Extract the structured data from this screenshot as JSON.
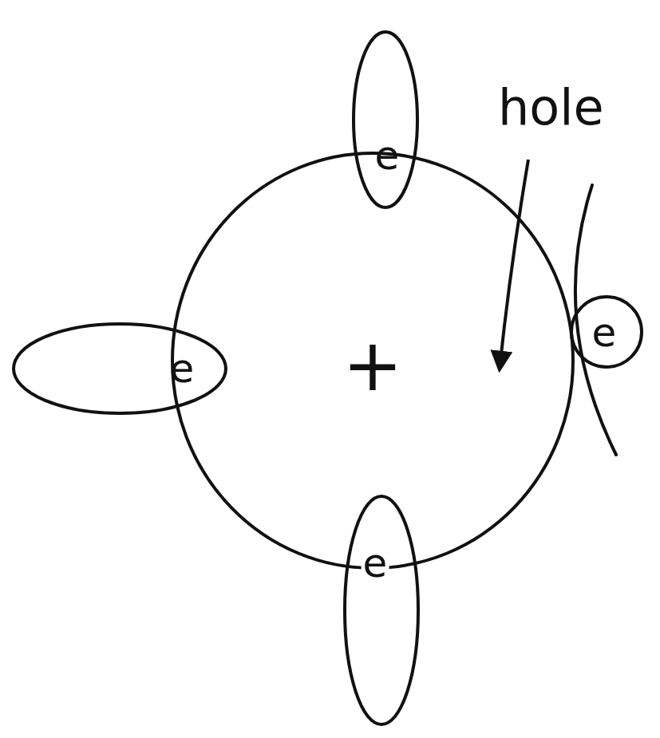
{
  "diagram": {
    "nodes": [
      {
        "text": [
          "e"
        ]
      },
      {
        "text": [
          "e"
        ]
      },
      {
        "text": [
          "+"
        ]
      },
      {
        "text": [
          "e"
        ]
      },
      {
        "text": [
          "e"
        ]
      }
    ],
    "labels": [
      "hole"
    ]
  }
}
